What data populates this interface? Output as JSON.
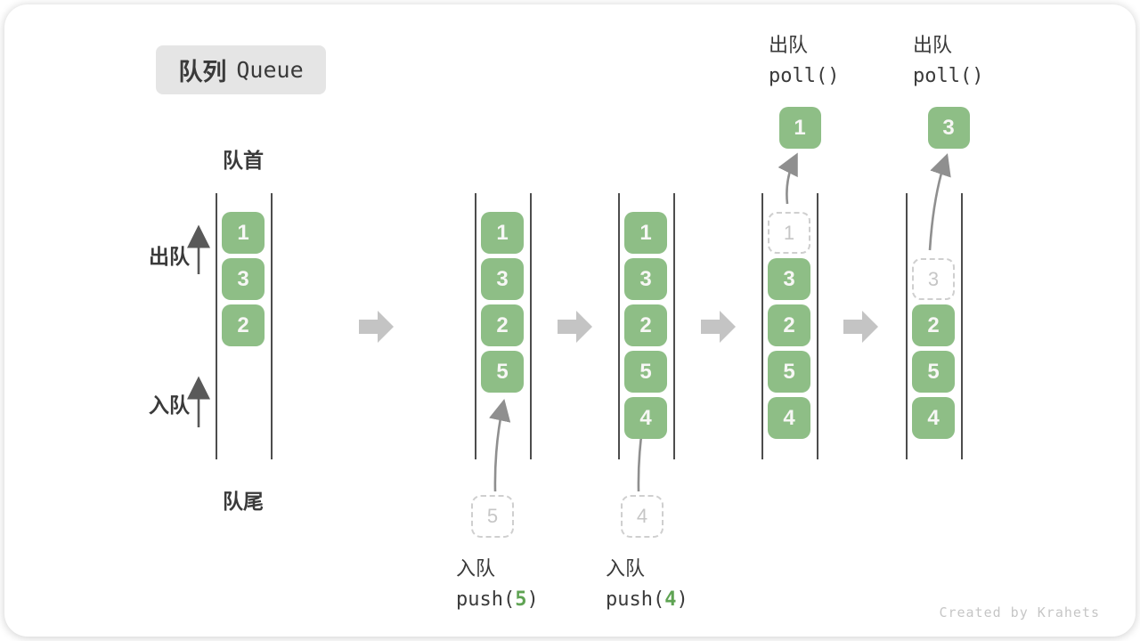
{
  "title": {
    "zh": "队列",
    "en": "Queue"
  },
  "labels": {
    "front": "队首",
    "rear": "队尾",
    "dequeue": "出队",
    "enqueue": "入队"
  },
  "watermark": "Created by Krahets",
  "colors": {
    "green": "#8EBE86",
    "green_dark": "#5FA353",
    "ink": "#3A3A3A",
    "wall": "#4D4D4D",
    "dash_border": "#CFCFCF",
    "dash_text": "#C6C6C6",
    "block_arrow": "#C4C4C4",
    "thin_arrow": "#8F8F8F",
    "up_arrow": "#595959",
    "title_bg": "#E5E5E5"
  },
  "queues": [
    {
      "slots": [
        {
          "v": "1",
          "t": "solid"
        },
        {
          "v": "3",
          "t": "solid"
        },
        {
          "v": "2",
          "t": "solid"
        }
      ]
    },
    {
      "slots": [
        {
          "v": "1",
          "t": "solid"
        },
        {
          "v": "3",
          "t": "solid"
        },
        {
          "v": "2",
          "t": "solid"
        },
        {
          "v": "5",
          "t": "solid"
        }
      ],
      "push": {
        "label": "入队",
        "fn_open": "push(",
        "arg": "5",
        "fn_close": ")",
        "ghost_value": "5"
      }
    },
    {
      "slots": [
        {
          "v": "1",
          "t": "solid"
        },
        {
          "v": "3",
          "t": "solid"
        },
        {
          "v": "2",
          "t": "solid"
        },
        {
          "v": "5",
          "t": "solid"
        },
        {
          "v": "4",
          "t": "solid"
        }
      ],
      "push": {
        "label": "入队",
        "fn_open": "push(",
        "arg": "4",
        "fn_close": ")",
        "ghost_value": "4"
      }
    },
    {
      "slots": [
        {
          "v": "1",
          "t": "dashed"
        },
        {
          "v": "3",
          "t": "solid"
        },
        {
          "v": "2",
          "t": "solid"
        },
        {
          "v": "5",
          "t": "solid"
        },
        {
          "v": "4",
          "t": "solid"
        }
      ],
      "poll": {
        "label": "出队",
        "fn": "poll()",
        "popped_value": "1"
      }
    },
    {
      "slots": [
        {
          "v": null,
          "t": "empty"
        },
        {
          "v": "3",
          "t": "dashed"
        },
        {
          "v": "2",
          "t": "solid"
        },
        {
          "v": "5",
          "t": "solid"
        },
        {
          "v": "4",
          "t": "solid"
        }
      ],
      "poll": {
        "label": "出队",
        "fn": "poll()",
        "popped_value": "3"
      }
    }
  ]
}
